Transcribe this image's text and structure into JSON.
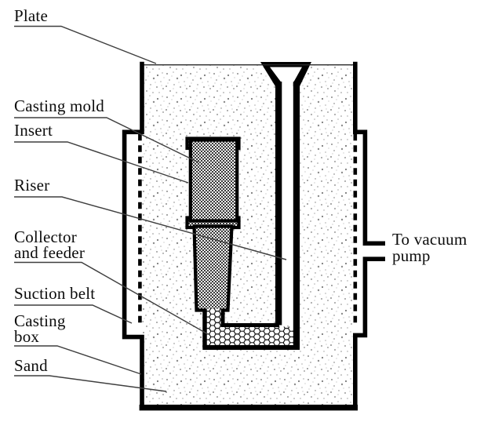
{
  "colors": {
    "ink": "#000000",
    "leader_line": "#3f3f3f",
    "background": "#ffffff"
  },
  "labels": {
    "plate": "Plate",
    "casting_mold": "Casting mold",
    "insert": "Insert",
    "riser": "Riser",
    "collector_feeder_line1": "Collector",
    "collector_feeder_line2": "and feeder",
    "suction_belt": "Suction belt",
    "casting_box_line1": "Casting",
    "casting_box_line2": "box",
    "sand": "Sand",
    "vacuum_line1": "To vacuum",
    "vacuum_line2": "pump"
  }
}
